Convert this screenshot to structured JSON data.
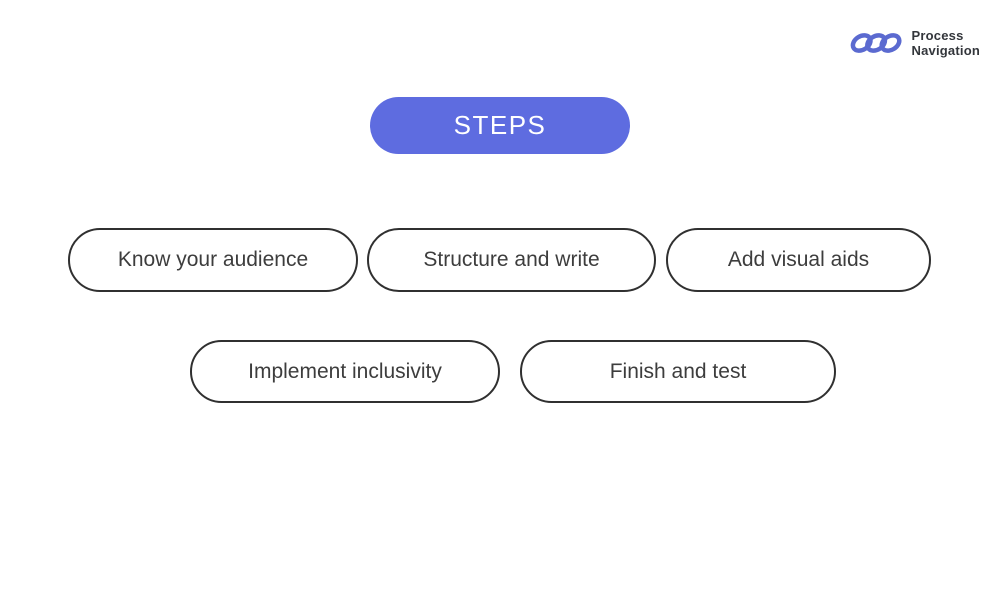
{
  "logo": {
    "icon": "chain-loops-icon",
    "icon_color": "#5b6ad0",
    "text_line1": "Process",
    "text_line2": "Navigation",
    "text_color": "#33363b"
  },
  "header_pill": {
    "label": "STEPS",
    "background": "#5e6ce0",
    "text_color": "#ffffff"
  },
  "steps": [
    {
      "label": "Know your audience"
    },
    {
      "label": "Structure and write"
    },
    {
      "label": "Add visual aids"
    },
    {
      "label": "Implement inclusivity"
    },
    {
      "label": "Finish and test"
    }
  ],
  "colors": {
    "background": "#ffffff",
    "pill_border": "#303030",
    "pill_text": "#3d3d3d"
  }
}
